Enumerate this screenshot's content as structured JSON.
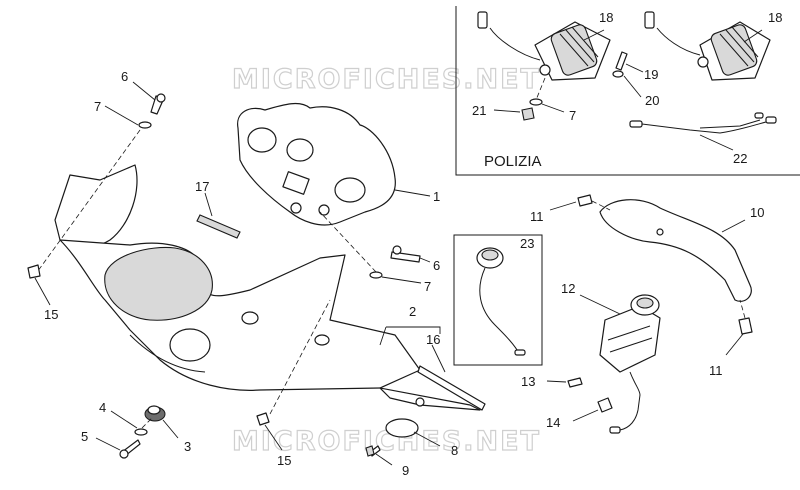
{
  "watermark": {
    "text_top": "MICROFICHES.NET",
    "text_bottom": "MICROFICHES.NET"
  },
  "inset_police": {
    "title": "POLIZIA"
  },
  "callouts": {
    "c1": "1",
    "c2": "2",
    "c3": "3",
    "c4": "4",
    "c5": "5",
    "c6a": "6",
    "c6b": "6",
    "c7a": "7",
    "c7b": "7",
    "c7c": "7",
    "c8": "8",
    "c9": "9",
    "c10": "10",
    "c11a": "11",
    "c11b": "11",
    "c12": "12",
    "c13": "13",
    "c14": "14",
    "c15a": "15",
    "c15b": "15",
    "c16": "16",
    "c17": "17",
    "c18a": "18",
    "c18b": "18",
    "c19": "19",
    "c20": "20",
    "c21": "21",
    "c22": "22",
    "c23": "23"
  }
}
